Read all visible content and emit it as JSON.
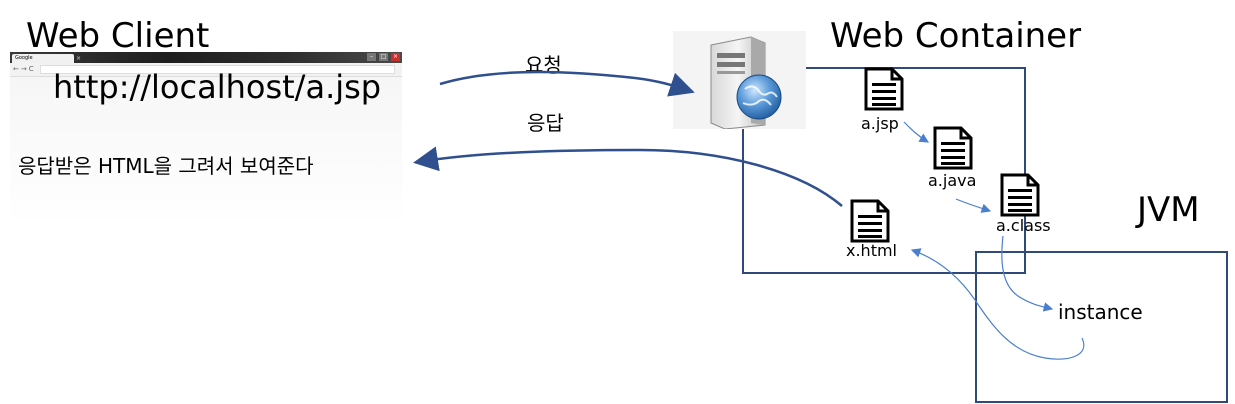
{
  "client": {
    "title": "Web Client",
    "url": "http://localhost/a.jsp",
    "browser_tab": "Google",
    "render_text": "응답받은 HTML을 그려서 보여준다"
  },
  "arrows": {
    "request": "요청",
    "response": "응답"
  },
  "container": {
    "title": "Web Container",
    "files": {
      "jsp": "a.jsp",
      "java": "a.java",
      "class": "a.class",
      "html": "x.html"
    }
  },
  "jvm": {
    "title": "JVM",
    "instance": "instance"
  },
  "colors": {
    "arrow": "#2f4f8f",
    "thin_arrow": "#4a7fd0",
    "box": "#2f4a7a"
  }
}
